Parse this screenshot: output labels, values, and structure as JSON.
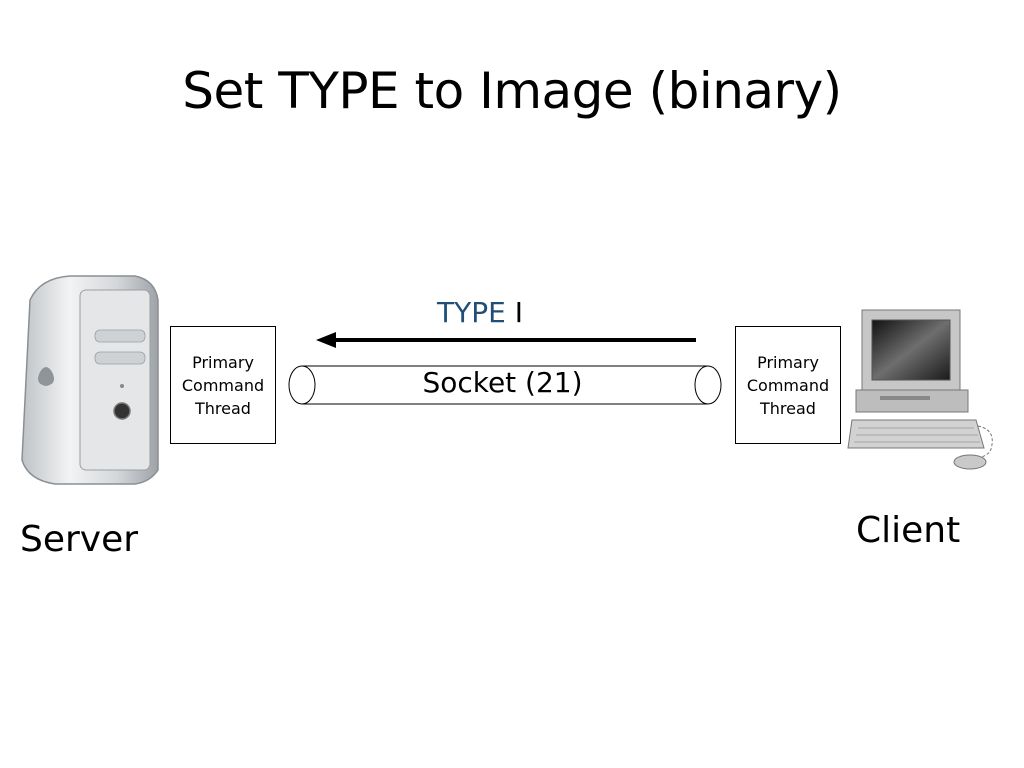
{
  "slide": {
    "title": "Set TYPE to Image (binary)"
  },
  "server": {
    "label": "Server",
    "icon": "tower-server-icon"
  },
  "client": {
    "label": "Client",
    "icon": "desktop-computer-icon"
  },
  "server_thread": {
    "lines": [
      "Primary",
      "Command",
      "Thread"
    ]
  },
  "client_thread": {
    "lines": [
      "Primary",
      "Command",
      "Thread"
    ]
  },
  "socket": {
    "label": "Socket (21)"
  },
  "command": {
    "verb": "TYPE",
    "arg": "I",
    "verb_color": "#1f4e79",
    "direction": "client-to-server"
  }
}
